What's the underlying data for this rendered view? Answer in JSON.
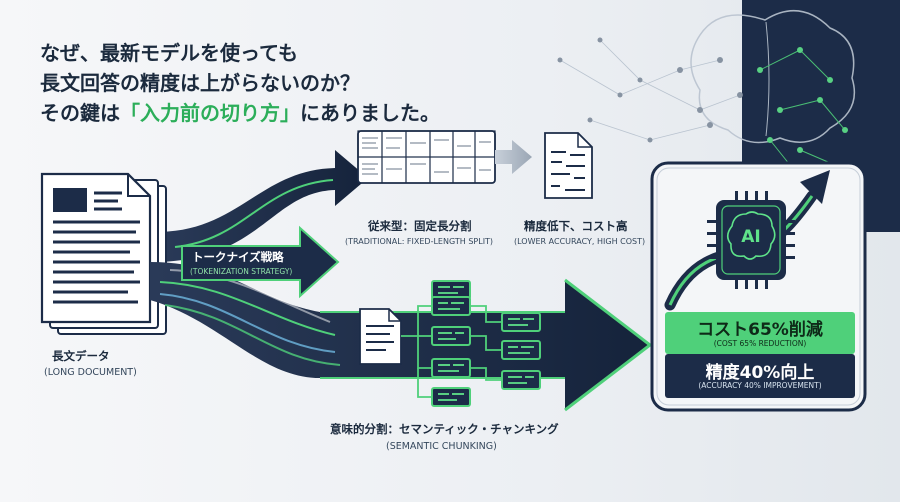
{
  "headline": {
    "line1": "なぜ、最新モデルを使っても",
    "line2": "長文回答の精度は上がらないのか？",
    "line3_pre": "その鍵は",
    "line3_highlight": "「入力前の切り方」",
    "line3_post": "にありました。"
  },
  "document": {
    "label": "長文データ",
    "sublabel": "(LONG DOCUMENT)"
  },
  "tokenization": {
    "label": "トークナイズ戦略",
    "sublabel": "(TOKENIZATION STRATEGY)"
  },
  "traditional": {
    "label": "従来型：固定長分割",
    "sublabel": "(TRADITIONAL: FIXED-LENGTH SPLIT)",
    "result_label": "精度低下、コスト高",
    "result_sublabel": "(LOWER ACCURACY, HIGH COST)"
  },
  "semantic": {
    "label": "意味的分割：セマンティック・チャンキング",
    "sublabel": "(SEMANTIC CHUNKING)"
  },
  "ai_chip": {
    "label": "AI"
  },
  "results": {
    "cost_label": "コスト65%削減",
    "cost_sublabel": "(COST 65% REDUCTION)",
    "accuracy_label": "精度40%向上",
    "accuracy_sublabel": "(ACCURACY 40% IMPROVEMENT)"
  },
  "colors": {
    "navy": "#1c2c48",
    "green": "#4fd07a",
    "accent_green": "#2cae5a",
    "gray": "#a9b4c1"
  }
}
